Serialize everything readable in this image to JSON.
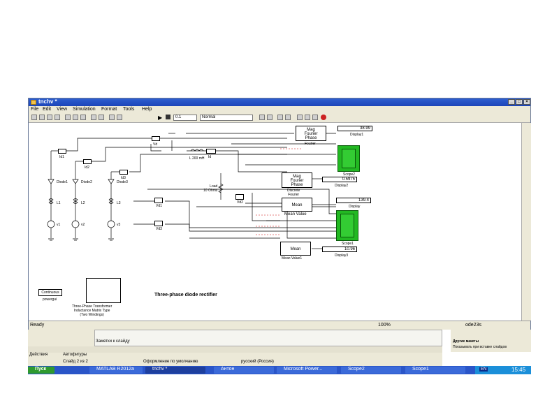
{
  "window": {
    "title": "tnchv *"
  },
  "menu": [
    "File",
    "Edit",
    "View",
    "Simulation",
    "Format",
    "Tools",
    "Help"
  ],
  "toolbar": {
    "stop_time": "0.1",
    "mode": "Normal"
  },
  "diagram": {
    "caption": "Three-phase diode rectifier",
    "powergui": {
      "label": "Continuous",
      "name": "powergui"
    },
    "transformer": {
      "name": "Three-Phase Transformer\nInductance Matrix Type\n(Two Windings)"
    },
    "blocks": {
      "fourier": "Fourier",
      "fourier_block_label": "Mag\nFourier\nPhase",
      "discrete_fourier": "Discrete\nFourier",
      "mean_value": "Mean Value",
      "mean_value1": "Mean Value1",
      "mean_text": "Mean",
      "inductor": "L 200 mH",
      "load": "Load\n10 Ohms",
      "id1": "Id1",
      "id2": "Id2",
      "id3": "Id3",
      "id": "Id",
      "vd": "Vd",
      "vd1": "Vd1",
      "vd2": "Vd2",
      "vd3": "Vd3",
      "diode1": "Diode1",
      "diode2": "Diode2",
      "diode3": "Diode3",
      "l1": "L1",
      "l2": "L2",
      "l3": "L3",
      "v1": "v1",
      "v2": "v2",
      "v3": "v3",
      "scope1": "Scope1",
      "scope2": "Scope2",
      "display": "Display",
      "display1": "Display1",
      "display2": "Display2",
      "display3": "Display3"
    },
    "displays": {
      "display1": "38.99",
      "display2": "0.5975",
      "display": "139.4",
      "display3": "10.96"
    }
  },
  "status": {
    "left": "Ready",
    "zoom": "100%",
    "solver": "ode23s"
  },
  "ppt": {
    "notes": "Заметки к слайду",
    "draw": "Действия",
    "autoshapes": "Автофигуры",
    "slide": "Слайд 2 из 2",
    "design": "Оформление по умолчанию",
    "lang": "русский (Россия)",
    "other_panel": "Другие макеты",
    "show_on_insert": "Показывать при вставке слайдов"
  },
  "taskbar": {
    "start": "Пуск",
    "items": [
      "MATLAB R2012a",
      "tnchv *",
      "Антон",
      "Microsoft Power...",
      "Scope2",
      "Scope1"
    ],
    "lang": "EN",
    "clock": "15:45"
  },
  "colors": {
    "scope_green": "#22b822",
    "title_blue": "#2f5fd0",
    "taskbar_blue": "#2a55c8"
  }
}
